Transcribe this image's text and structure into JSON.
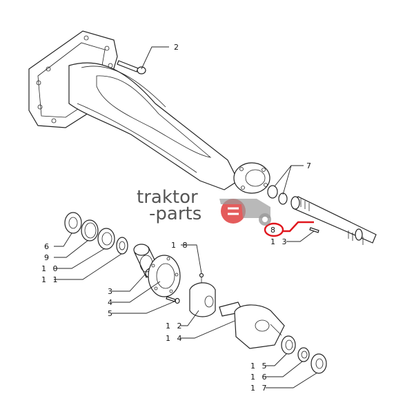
{
  "callouts": {
    "c2": "2",
    "c7": "7",
    "c8": "8",
    "c13": "1 3",
    "c6": "6",
    "c9": "9",
    "c10": "1 0",
    "c11": "1 1",
    "c18": "1 8",
    "c3": "3",
    "c4": "4",
    "c5": "5",
    "c12": "1 2",
    "c14": "1 4",
    "c15": "1 5",
    "c16": "1 6",
    "c17": "1 7"
  },
  "watermark": {
    "line1": "traktor",
    "line2": "-parts"
  },
  "colors": {
    "highlight": "#e0151c",
    "logo_red": "#e04040",
    "logo_gray": "#8a8a8a"
  }
}
